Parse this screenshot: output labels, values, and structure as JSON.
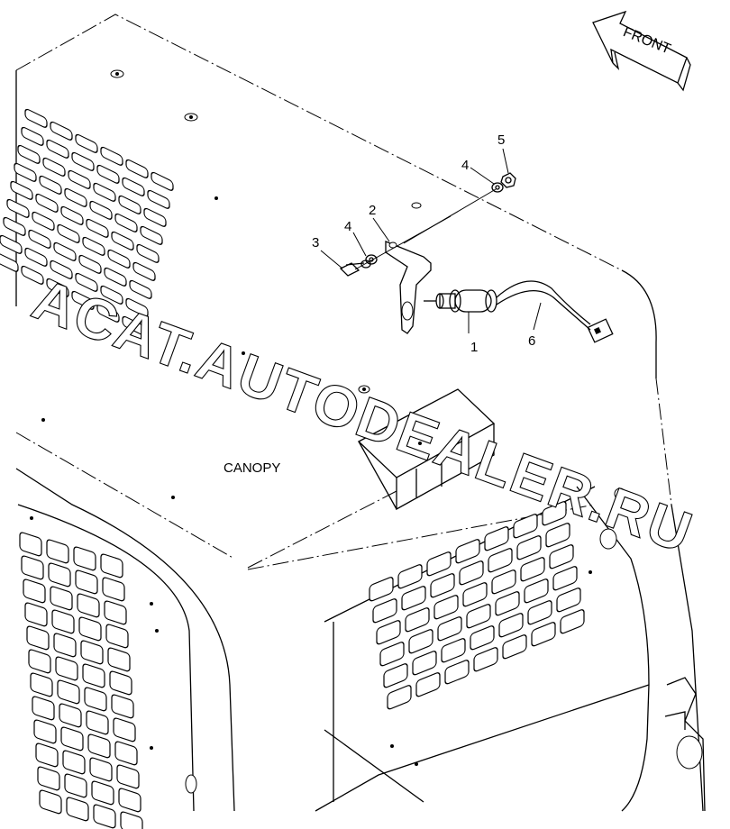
{
  "title": "",
  "labels": {
    "front": "FRONT",
    "canopy": "CANOPY",
    "watermark": "ACAT.AUTODEALER.RU"
  },
  "callouts": [
    "1",
    "2",
    "3",
    "4",
    "4",
    "5",
    "6"
  ],
  "colors": {
    "ink": "#000000",
    "paper": "#ffffff"
  }
}
